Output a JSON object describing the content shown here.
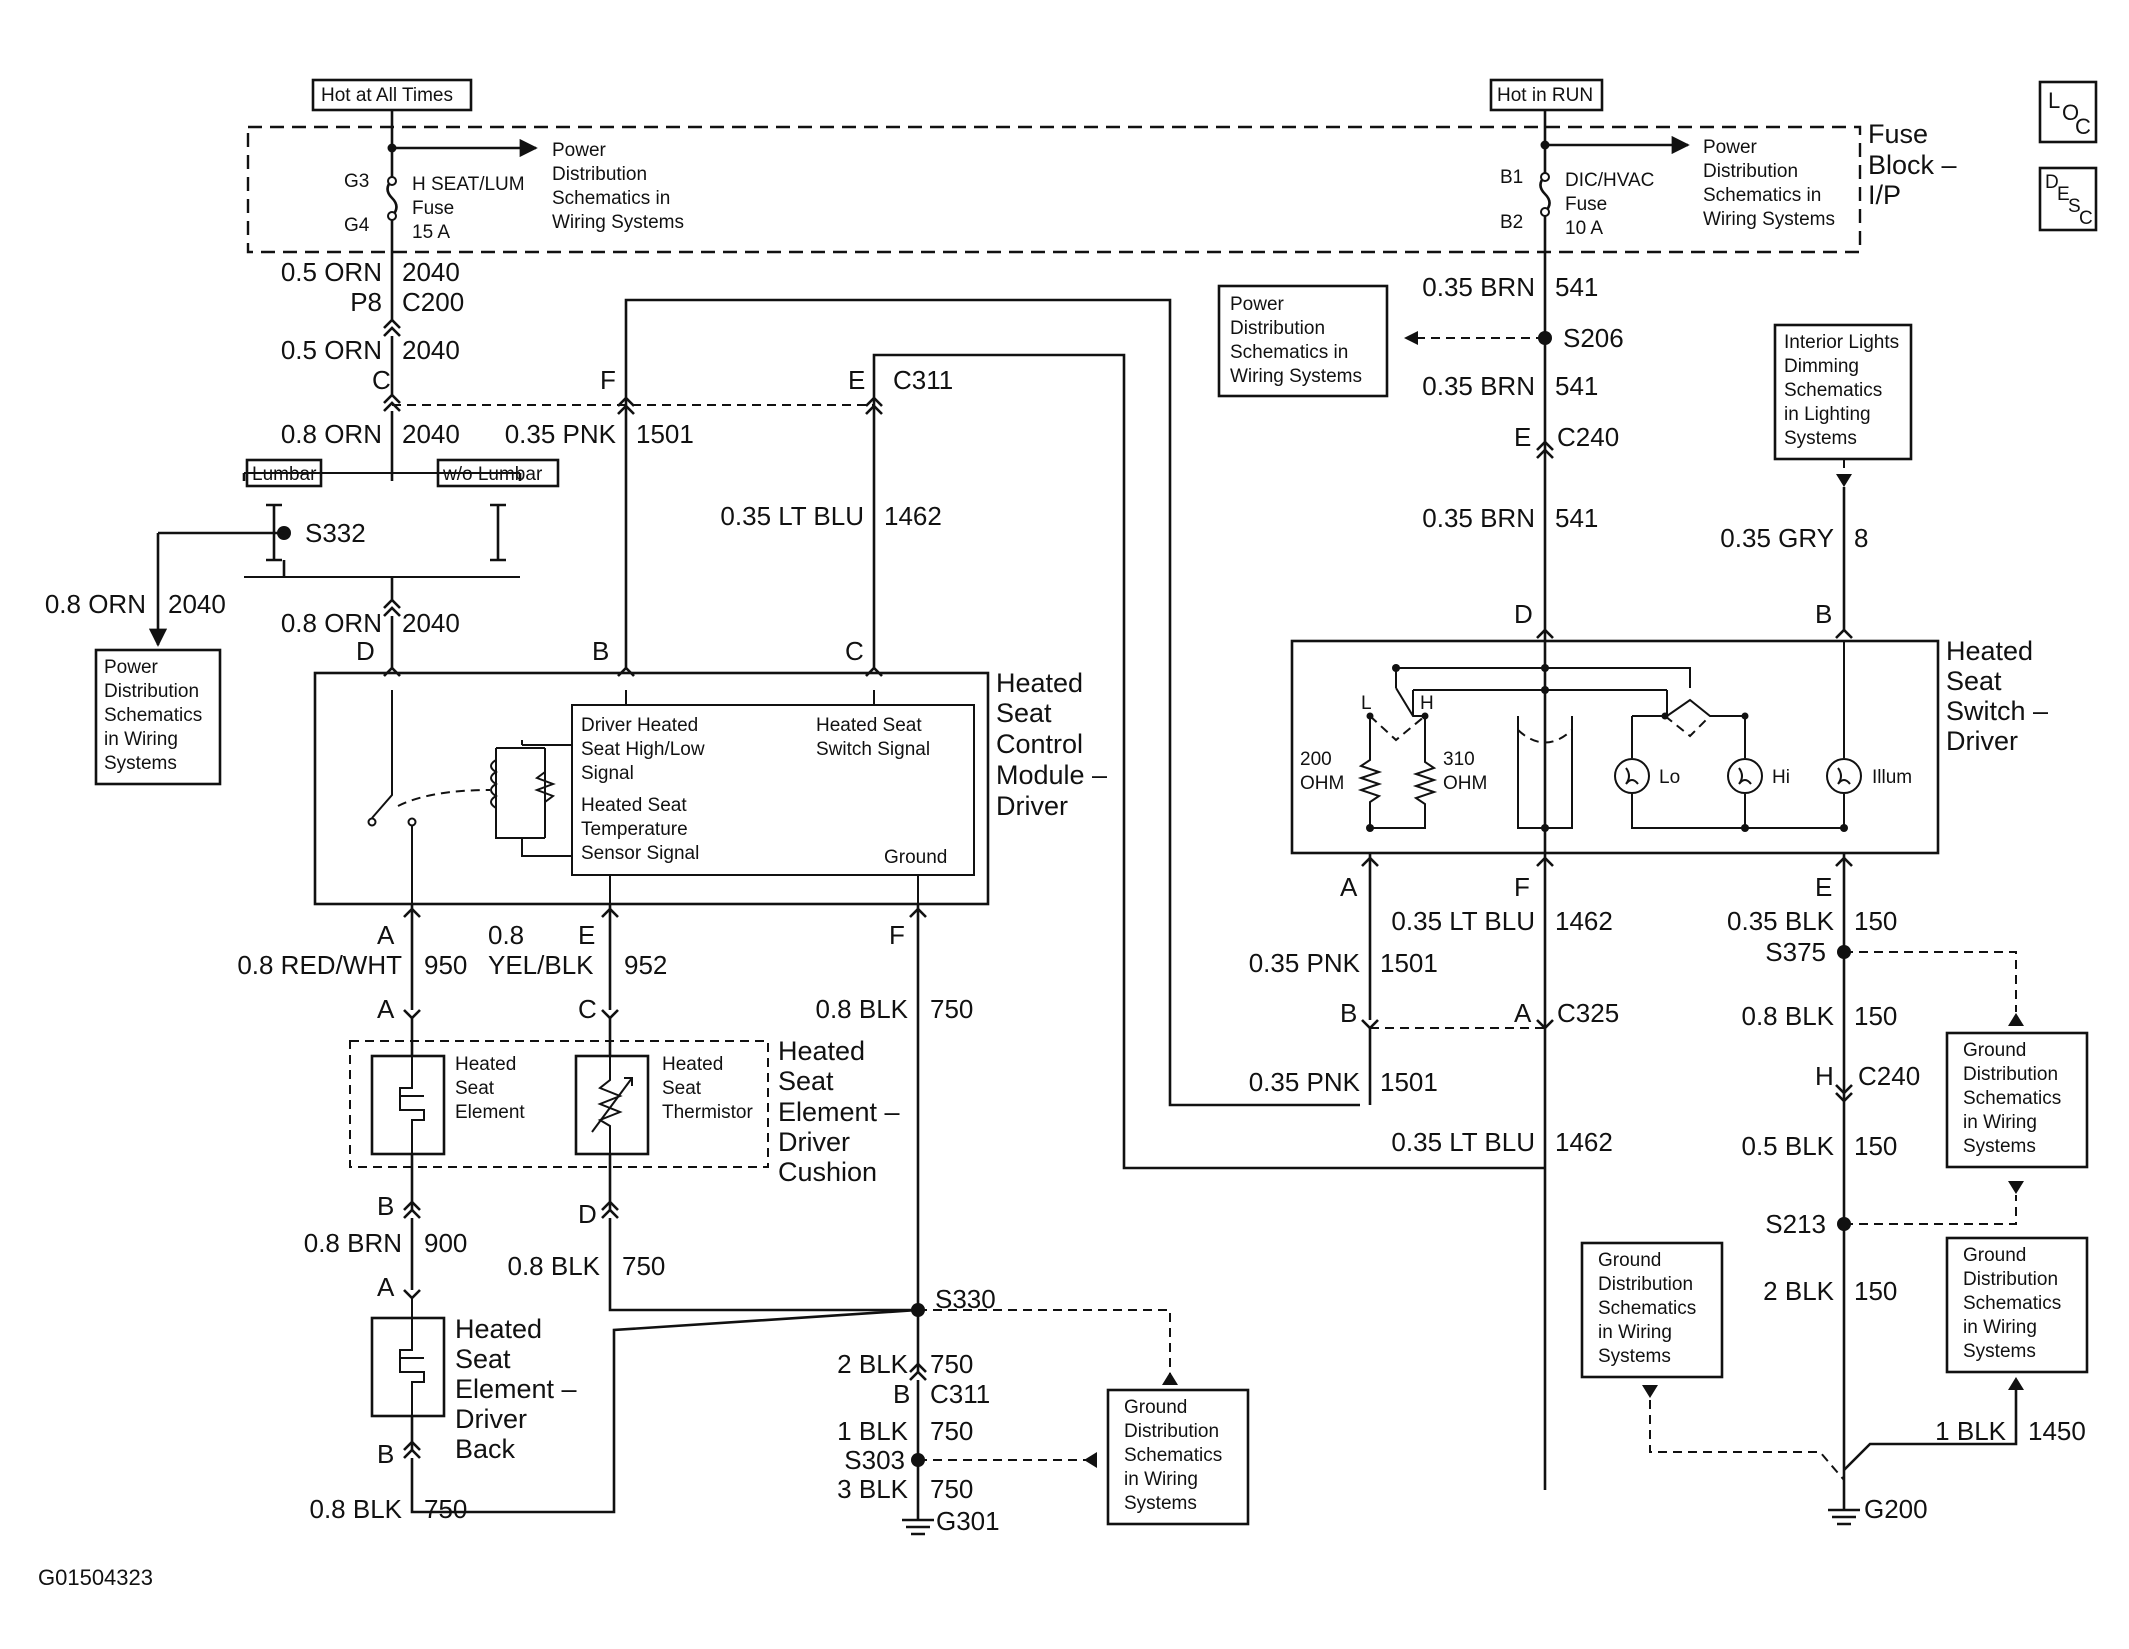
{
  "figure_id": "G01504323",
  "icons": {
    "loc": [
      "L",
      "O",
      "C"
    ],
    "desc": [
      "D",
      "E",
      "S",
      "C"
    ]
  },
  "headers": {
    "hot_always": "Hot at All Times",
    "hot_run": "Hot in RUN"
  },
  "fuse_block": [
    "Fuse",
    "Block –",
    "I/P"
  ],
  "fuse_left": {
    "pins": [
      "G3",
      "G4"
    ],
    "label": [
      "H SEAT/LUM",
      "Fuse",
      "15 A"
    ],
    "pd": [
      "Power",
      "Distribution",
      "Schematics in",
      "Wiring Systems"
    ]
  },
  "fuse_right": {
    "pins": [
      "B1",
      "B2"
    ],
    "label": [
      "DIC/HVAC",
      "Fuse",
      "10 A"
    ],
    "pd": [
      "Power",
      "Distribution",
      "Schematics in",
      "Wiring Systems"
    ]
  },
  "ref_boxes": {
    "pd_left": [
      "Power",
      "Distribution",
      "Schematics",
      "in Wiring",
      "Systems"
    ],
    "pd_mid": [
      "Power",
      "Distribution",
      "Schematics in",
      "Wiring Systems"
    ],
    "interior": [
      "Interior Lights",
      "Dimming",
      "Schematics",
      "in Lighting",
      "Systems"
    ],
    "gd_center": [
      "Ground",
      "Distribution",
      "Schematics",
      "in Wiring",
      "Systems"
    ],
    "gd_right1": [
      "Ground",
      "Distribution",
      "Schematics",
      "in Wiring",
      "Systems"
    ],
    "gd_right2": [
      "Ground",
      "Distribution",
      "Schematics",
      "in Wiring",
      "Systems"
    ],
    "gd_left": [
      "Ground",
      "Distribution",
      "Schematics",
      "in Wiring",
      "Systems"
    ]
  },
  "options": {
    "lumbar": "Lumbar",
    "wo_lumbar": "w/o Lumbar"
  },
  "wires": {
    "w2040a": [
      "0.5 ORN",
      "2040"
    ],
    "p8": [
      "P8",
      "C200"
    ],
    "w2040b": [
      "0.5 ORN",
      "2040"
    ],
    "w2040c": [
      "0.8 ORN",
      "2040"
    ],
    "w1501": [
      "0.35 PNK",
      "1501"
    ],
    "w1462": [
      "0.35 LT BLU",
      "1462"
    ],
    "w2040d": [
      "0.8 ORN",
      "2040"
    ],
    "w2040e": [
      "0.8 ORN",
      "2040"
    ],
    "w950": [
      "0.8 RED/WHT",
      "950"
    ],
    "w952": [
      "0.8",
      "YEL/BLK",
      "952"
    ],
    "w750a": [
      "0.8 BLK",
      "750"
    ],
    "w900": [
      "0.8 BRN",
      "900"
    ],
    "w750b": [
      "0.8 BLK",
      "750"
    ],
    "w750c": [
      "2 BLK",
      "750"
    ],
    "w750d": [
      "1 BLK",
      "750"
    ],
    "w750e": [
      "3 BLK",
      "750"
    ],
    "w750f": [
      "0.8 BLK",
      "750"
    ],
    "w541a": [
      "0.35 BRN",
      "541"
    ],
    "w541b": [
      "0.35 BRN",
      "541"
    ],
    "w541c": [
      "0.35 BRN",
      "541"
    ],
    "w8": [
      "0.35 GRY",
      "8"
    ],
    "w1462b": [
      "0.35 LT BLU",
      "1462"
    ],
    "w1501b": [
      "0.35 PNK",
      "1501"
    ],
    "w1501c": [
      "0.35 PNK",
      "1501"
    ],
    "w1462c": [
      "0.35 LT BLU",
      "1462"
    ],
    "w150a": [
      "0.35 BLK",
      "150"
    ],
    "w150b": [
      "0.8 BLK",
      "150"
    ],
    "w150c": [
      "0.5 BLK",
      "150"
    ],
    "w150d": [
      "2 BLK",
      "150"
    ],
    "w1450": [
      "1 BLK",
      "1450"
    ]
  },
  "splices": {
    "s332": "S332",
    "s206": "S206",
    "s330": "S330",
    "s303": "S303",
    "s375": "S375",
    "s213": "S213",
    "g301": "G301",
    "g200": "G200"
  },
  "connectors": {
    "c311": "C311",
    "c240a": "C240",
    "c325": "C325",
    "c311b": "C311",
    "c240b": "C240"
  },
  "pins": {
    "c_left": "C",
    "f_top": "F",
    "e_top": "E",
    "d_mod": "D",
    "b_mod": "B",
    "c_mod": "C",
    "a_mod": "A",
    "e_mod": "E",
    "f_mod": "F",
    "a_elem": "A",
    "c_elem": "C",
    "b_elem": "B",
    "d_elem": "D",
    "a_back": "A",
    "b_back": "B",
    "b_c311": "B",
    "e_c240": "E",
    "d_sw": "D",
    "b_sw": "B",
    "a_sw": "A",
    "f_sw": "F",
    "e_sw": "E",
    "b_c325": "B",
    "a_c325": "A",
    "h_c240": "H"
  },
  "module": {
    "title": [
      "Heated",
      "Seat",
      "Control",
      "Module –",
      "Driver"
    ],
    "sig1": [
      "Driver Heated",
      "Seat High/Low",
      "Signal"
    ],
    "sig2": [
      "Heated Seat",
      "Switch Signal"
    ],
    "sig3": [
      "Heated Seat",
      "Temperature",
      "Sensor Signal"
    ],
    "ground": "Ground"
  },
  "cushion": {
    "title": [
      "Heated",
      "Seat",
      "Element –",
      "Driver",
      "Cushion"
    ],
    "elem": [
      "Heated",
      "Seat",
      "Element"
    ],
    "therm": [
      "Heated",
      "Seat",
      "Thermistor"
    ]
  },
  "back": {
    "title": [
      "Heated",
      "Seat",
      "Element –",
      "Driver",
      "Back"
    ]
  },
  "switch": {
    "title": [
      "Heated",
      "Seat",
      "Switch –",
      "Driver"
    ],
    "r1": [
      "200",
      "OHM"
    ],
    "r2": [
      "310",
      "OHM"
    ],
    "l": "L",
    "h": "H",
    "lo": "Lo",
    "hi": "Hi",
    "illum": "Illum"
  }
}
